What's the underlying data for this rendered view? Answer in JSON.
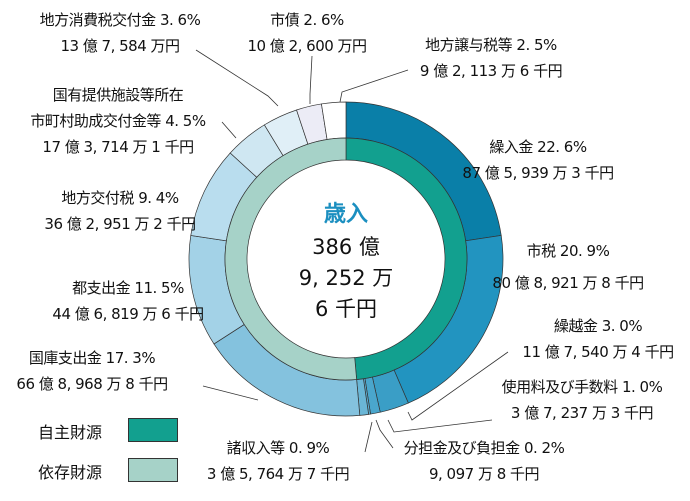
{
  "chart_data": {
    "type": "pie",
    "variant": "donut-nested",
    "title": "歳入",
    "total": [
      "386 億",
      "9, 252 万",
      "6 千円"
    ],
    "outer_ring": [
      {
        "name": "繰入金",
        "percent": 22.6,
        "label": "繰入金 22. 6%",
        "amount": "87 億 5, 939 万 3 千円",
        "color": "#0a7fa8"
      },
      {
        "name": "市税",
        "percent": 20.9,
        "label": "市税 20. 9%",
        "amount": "80 億 8, 921 万 8 千円",
        "color": "#2294c0"
      },
      {
        "name": "繰越金",
        "percent": 3.0,
        "label": "繰越金 3. 0%",
        "amount": "11 億 7, 540 万 4 千円",
        "color": "#3a9ec6"
      },
      {
        "name": "使用料及び手数料",
        "percent": 1.0,
        "label": "使用料及び手数料 1. 0%",
        "amount": "3 億 7, 237 万 3 千円",
        "color": "#4aa6cc"
      },
      {
        "name": "分担金及び負担金",
        "percent": 0.2,
        "label": "分担金及び負担金 0. 2%",
        "amount": "9, 097 万 8 千円",
        "color": "#5aaed2"
      },
      {
        "name": "諸収入等",
        "percent": 0.9,
        "label": "諸収入等 0. 9%",
        "amount": "3 億 5, 764 万 7 千円",
        "color": "#6ab6d6"
      },
      {
        "name": "国庫支出金",
        "percent": 17.3,
        "label": "国庫支出金 17. 3%",
        "amount": "66 億 8, 968 万 8 千円",
        "color": "#84c2de"
      },
      {
        "name": "都支出金",
        "percent": 11.5,
        "label": "都支出金 11. 5%",
        "amount": "44 億 6, 819 万 6 千円",
        "color": "#a3d2e7"
      },
      {
        "name": "地方交付税",
        "percent": 9.4,
        "label": "地方交付税 9. 4%",
        "amount": "36 億 2, 951 万 2 千円",
        "color": "#b9ddee"
      },
      {
        "name": "国有提供施設等所在市町村助成交付金等",
        "percent": 4.5,
        "label_line1": "国有提供施設等所在",
        "label": "市町村助成交付金等 4. 5%",
        "amount": "17 億 3, 714 万 1 千円",
        "color": "#cfe7f2"
      },
      {
        "name": "地方消費税交付金",
        "percent": 3.6,
        "label": "地方消費税交付金 3. 6%",
        "amount": "13 億 7, 584 万円",
        "color": "#e0eff7"
      },
      {
        "name": "市債",
        "percent": 2.6,
        "label": "市債 2. 6%",
        "amount": "10 億 2, 600 万円",
        "color": "#ececf6"
      },
      {
        "name": "地方譲与税等",
        "percent": 2.5,
        "label": "地方譲与税等 2. 5%",
        "amount": "9 億 2, 113 万 6 千円",
        "color": "#ffffff"
      }
    ],
    "inner_ring": [
      {
        "name": "自主財源",
        "percent": 48.6,
        "color": "#12a08f"
      },
      {
        "name": "依存財源",
        "percent": 51.4,
        "color": "#a6d2c8"
      }
    ],
    "legend": [
      {
        "label": "自主財源",
        "color": "#12a08f"
      },
      {
        "label": "依存財源",
        "color": "#a6d2c8"
      }
    ],
    "legend_position": "bottom-left"
  }
}
